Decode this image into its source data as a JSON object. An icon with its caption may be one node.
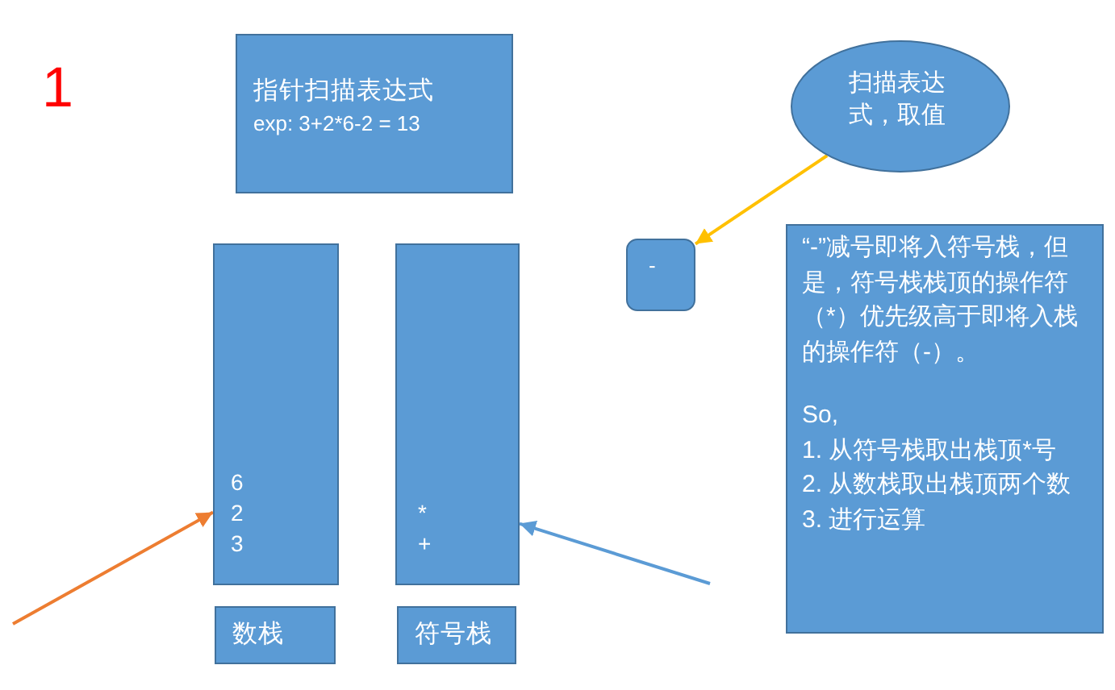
{
  "diagram": {
    "nodes": [
      {
        "text": [
          "指针扫描表达式",
          "exp: 3+2*6-2 = 13"
        ]
      },
      {
        "text": [
          "扫描表达式，取值"
        ]
      },
      {
        "text": [
          "-"
        ]
      },
      {
        "text": [
          "6",
          "2",
          "3"
        ]
      },
      {
        "text": [
          "*",
          "+"
        ]
      },
      {
        "text": [
          "数栈"
        ]
      },
      {
        "text": [
          "符号栈"
        ]
      },
      {
        "text": [
          "“-”减号即将入符号栈，但是，符号栈栈顶的操作符（*）优先级高于即将入栈的操作符（-）。",
          "So,",
          "1. 从符号栈取出栈顶*号",
          "2. 从数栈取出栈顶两个数",
          "3. 进行运算"
        ]
      }
    ],
    "edges": [
      {
        "from": 1,
        "to": 2,
        "arrow": "to",
        "color": "#ffc000"
      },
      {
        "from": null,
        "to": 3,
        "arrow": "to",
        "color": "#ed7d31"
      },
      {
        "from": null,
        "to": 4,
        "arrow": "to",
        "color": "#5b9bd5"
      }
    ],
    "labels": [
      "1"
    ]
  }
}
